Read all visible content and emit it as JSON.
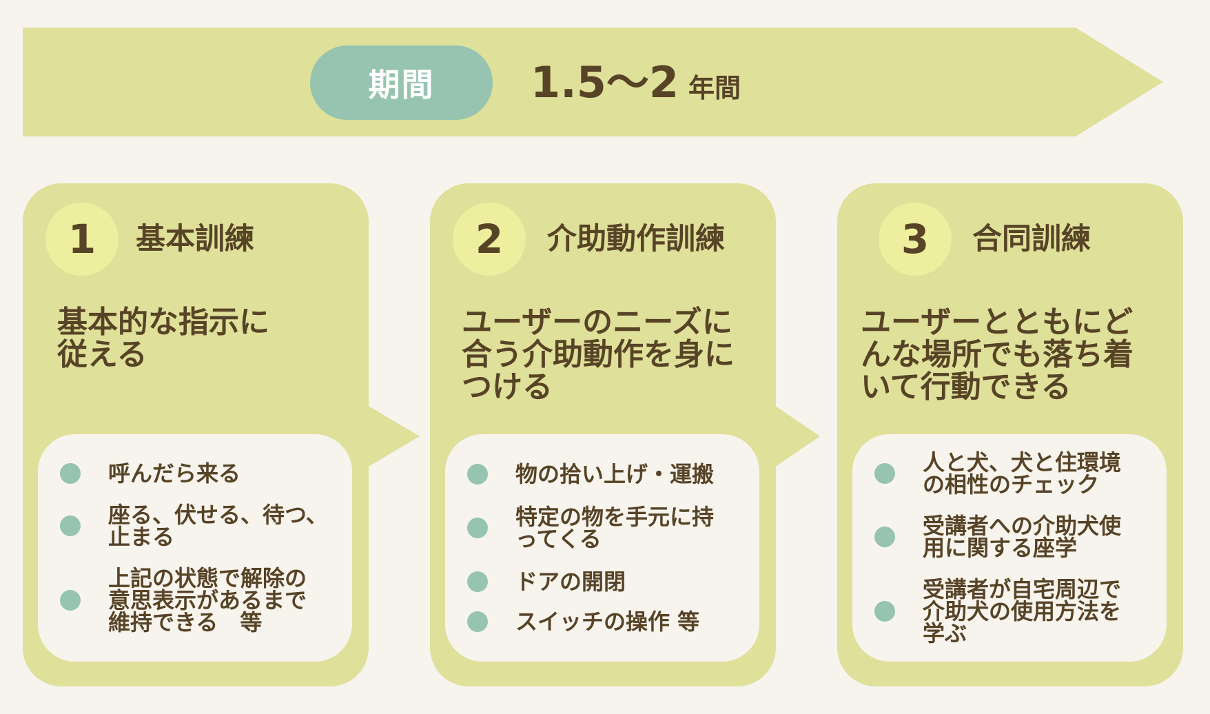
{
  "banner": {
    "period_label": "期間",
    "period_value": "1.5〜2",
    "period_unit": "年間"
  },
  "colors": {
    "background": "#f7f4ee",
    "olive": "#dfe09a",
    "circle": "#eeee9f",
    "teal": "#96c4b0",
    "text": "#574326"
  },
  "stages": [
    {
      "number": "1",
      "title": "基本訓練",
      "description": "基本的な指示に\n従える",
      "items": [
        "呼んだら来る",
        "座る、伏せる、待つ、\n止まる",
        "上記の状態で解除の\n意思表示があるまで\n維持できる　等"
      ]
    },
    {
      "number": "2",
      "title": "介助動作訓練",
      "description": "ユーザーのニーズに\n合う介助動作を身に\nつける",
      "items": [
        "物の拾い上げ・運搬",
        "特定の物を手元に持\nってくる",
        "ドアの開閉",
        "スイッチの操作 等"
      ]
    },
    {
      "number": "3",
      "title": "合同訓練",
      "description": "ユーザーとともにど\nんな場所でも落ち着\nいて行動できる",
      "items": [
        "人と犬、犬と住環境\nの相性のチェック",
        "受講者への介助犬使\n用に関する座学",
        "受講者が自宅周辺で\n介助犬の使用方法を\n学ぶ"
      ]
    }
  ]
}
